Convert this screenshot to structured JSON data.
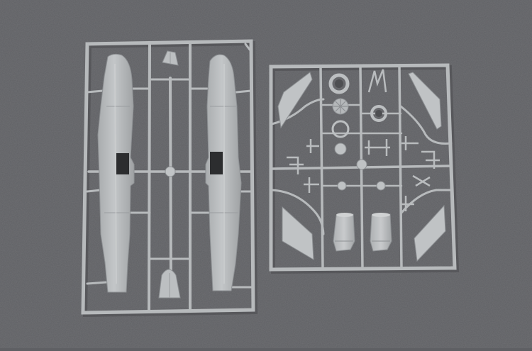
{
  "photo": {
    "subject": "plastic-model-kit-sprues",
    "background_color": "#5f6064",
    "plastic_color": "#b9bcbe",
    "plastic_shadow_color": "#8d9093",
    "plastic_highlight_color": "#d3d5d6"
  },
  "sprues": [
    {
      "id": "left-sprue-fuselage-halves"
    },
    {
      "id": "right-sprue-small-parts"
    }
  ]
}
